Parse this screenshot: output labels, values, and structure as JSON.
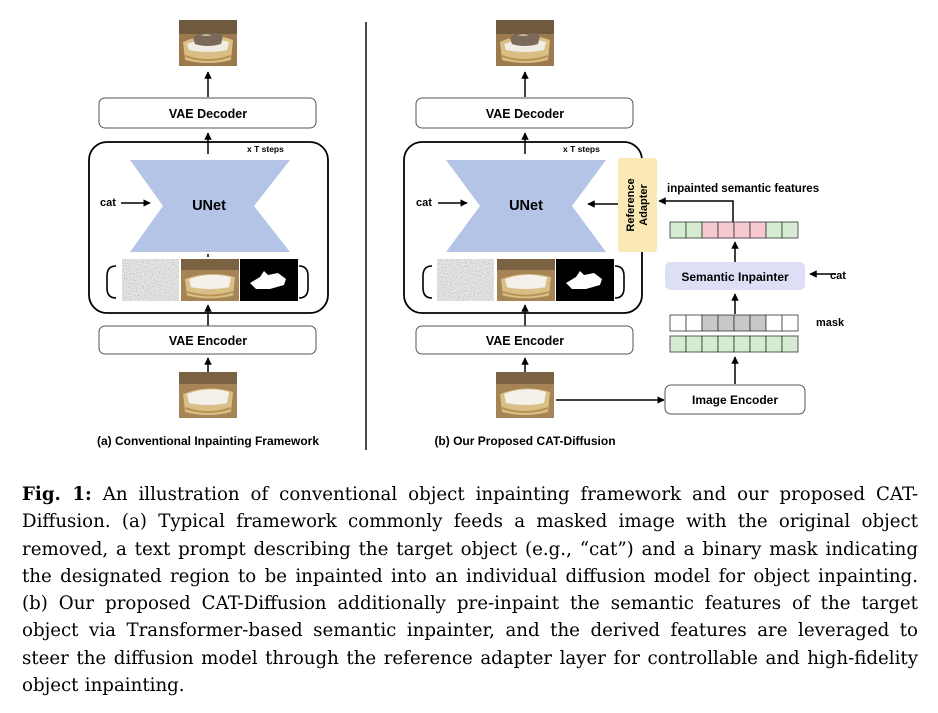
{
  "figure": {
    "left": {
      "vae_decoder": "VAE Decoder",
      "t_steps": "x T steps",
      "unet": "UNet",
      "text_input": "cat",
      "vae_encoder": "VAE Encoder",
      "subcaption": "(a) Conventional Inpainting Framework"
    },
    "right": {
      "vae_decoder": "VAE Decoder",
      "t_steps": "x T steps",
      "unet": "UNet",
      "text_input": "cat",
      "reference_adapter_line1": "Reference",
      "reference_adapter_line2": "Adapter",
      "inpainted_features": "inpainted semantic features",
      "semantic_inpainter": "Semantic Inpainter",
      "inpainter_text_input": "cat",
      "mask": "mask",
      "image_encoder": "Image Encoder",
      "vae_encoder": "VAE Encoder",
      "subcaption": "(b) Our Proposed CAT-Diffusion"
    },
    "colors": {
      "unet_fill": "#b4c4e6",
      "adapter_fill": "#fbe9b5",
      "inpainter_fill": "#dcdff6",
      "feature_green": "#d5ecd2",
      "feature_pink": "#f6c9d0",
      "mask_gray": "#c8c8c8"
    }
  },
  "caption": {
    "label": "Fig. 1:",
    "text": "An illustration of conventional object inpainting framework and our proposed CAT-Diffusion. (a) Typical framework commonly feeds a masked image with the original object removed, a text prompt describing the target object (e.g., “cat”) and a binary mask indicating the designated region to be inpainted into an individual diffusion model for object inpainting. (b) Our proposed CAT-Diffusion additionally pre-inpaint the semantic features of the target object via Transformer-based semantic inpainter, and the derived features are leveraged to steer the diffusion model through the reference adapter layer for controllable and high-fidelity object inpainting."
  }
}
